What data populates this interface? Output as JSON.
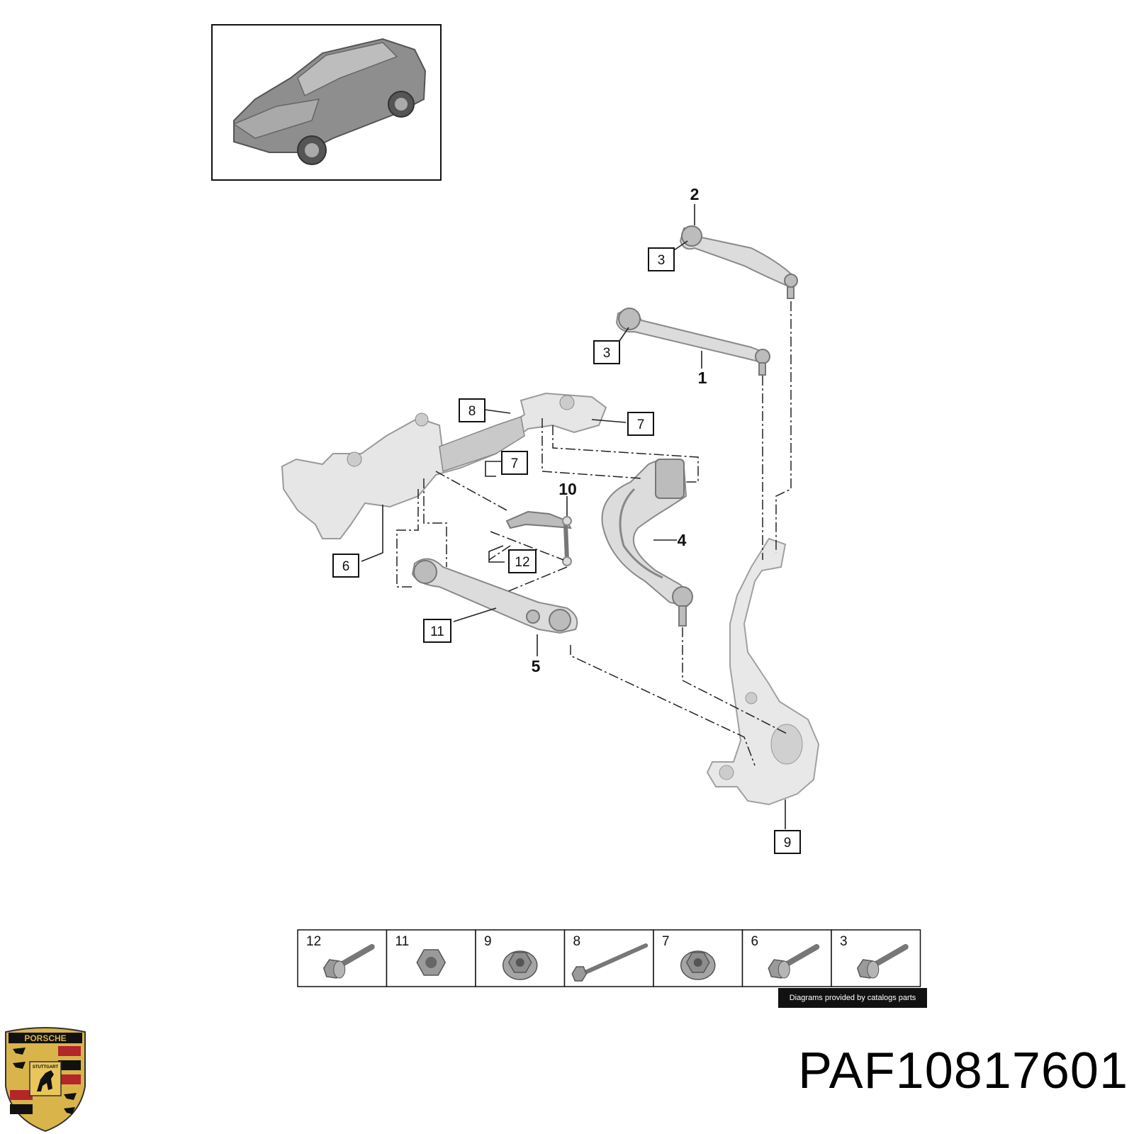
{
  "callouts": {
    "c3a": "3",
    "c3b": "3",
    "c8": "8",
    "c7a": "7",
    "c7b": "7",
    "c6": "6",
    "c12": "12",
    "c11": "11",
    "c9": "9"
  },
  "part_labels": {
    "l2": "2",
    "l1": "1",
    "l10": "10",
    "l4": "4",
    "l5": "5"
  },
  "hardware_table": [
    {
      "label": "12",
      "icon": "flange-bolt-icon"
    },
    {
      "label": "11",
      "icon": "hex-nut-icon"
    },
    {
      "label": "9",
      "icon": "flange-nut-icon"
    },
    {
      "label": "8",
      "icon": "long-bolt-icon"
    },
    {
      "label": "7",
      "icon": "flange-nut-icon"
    },
    {
      "label": "6",
      "icon": "flange-bolt-icon"
    },
    {
      "label": "3",
      "icon": "flange-bolt-icon"
    }
  ],
  "credit": "Diagrams provided by catalogs parts",
  "part_number": "PAF10817601",
  "logo": {
    "top_text": "PORSCHE",
    "badge_text": "STUTTGART"
  }
}
